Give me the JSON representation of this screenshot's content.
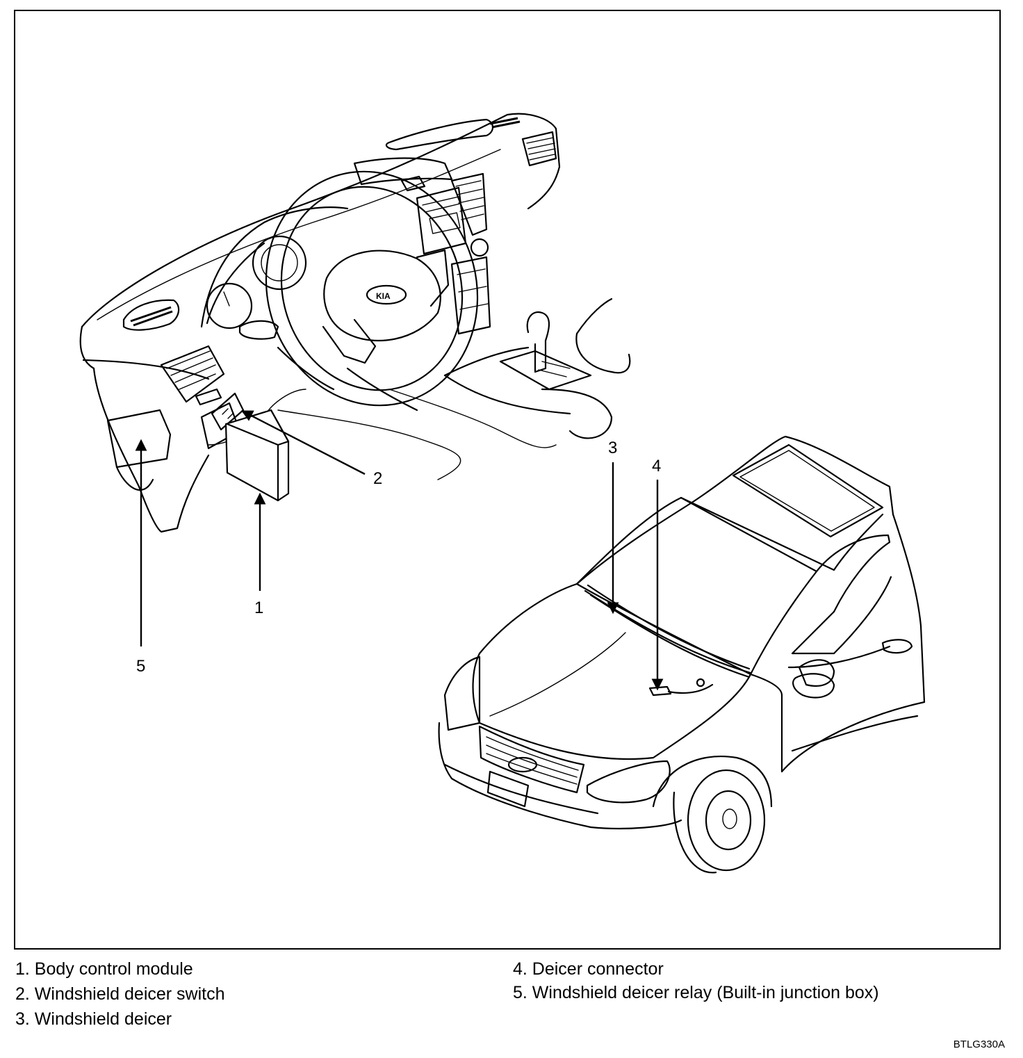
{
  "callouts": [
    {
      "number": "1",
      "name": "Body control module"
    },
    {
      "number": "2",
      "name": "Windshield deicer switch"
    },
    {
      "number": "3",
      "name": "Windshield deicer"
    },
    {
      "number": "4",
      "name": "Deicer connector"
    },
    {
      "number": "5",
      "name": "Windshield deicer relay (Built-in junction box)"
    }
  ],
  "legend": [
    "1. Body control module",
    "2. Windshield deicer switch",
    "3. Windshield deicer",
    "4. Deicer connector",
    "5. Windshield deicer relay (Built-in junction box)"
  ],
  "figure_code": "BTLG330A",
  "colors": {
    "line": "#000000",
    "background": "#ffffff"
  }
}
